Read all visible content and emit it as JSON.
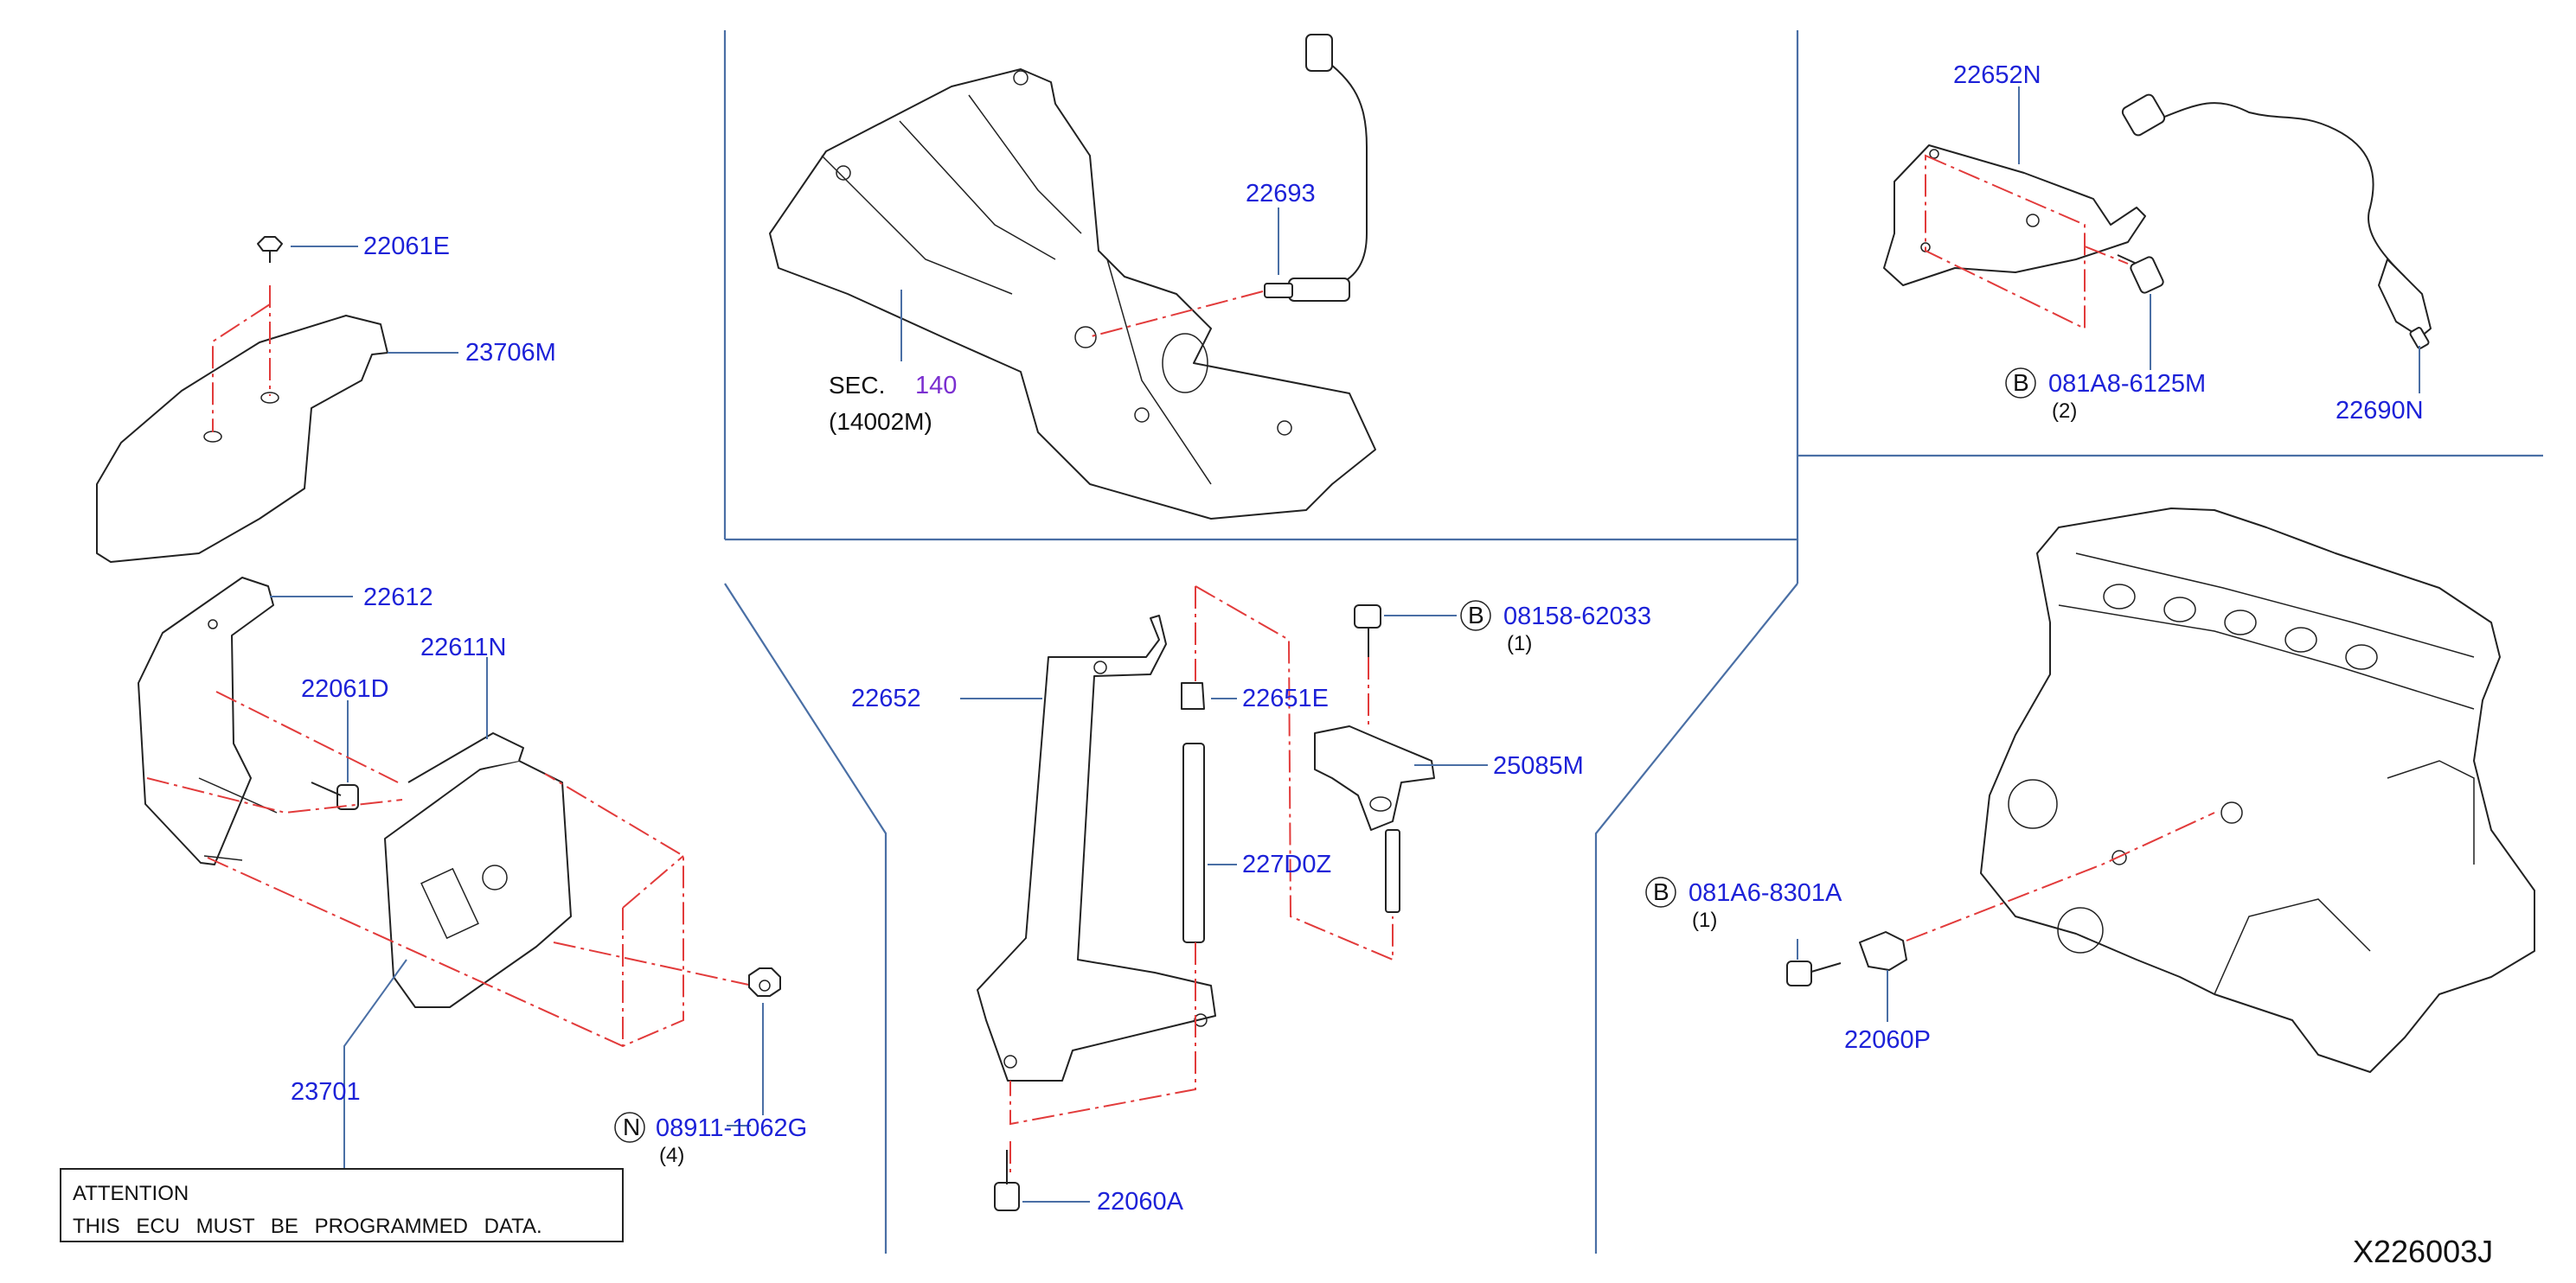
{
  "diagram_id": "X226003J",
  "attention_box": {
    "title": "ATTENTION",
    "message": "THIS ECU MUST BE PROGRAMMED DATA."
  },
  "callouts": {
    "p22061E": "22061E",
    "p23706M": "23706M",
    "p22612": "22612",
    "p22611N": "22611N",
    "p22061D": "22061D",
    "p23701": "23701",
    "p08911": {
      "prefix": "N",
      "number": "08911-1062G",
      "qty": "(4)"
    },
    "sec140": {
      "label": "SEC.",
      "number": "140",
      "sub": "(14002M)"
    },
    "p22693": "22693",
    "p22652": "22652",
    "p22651E": "22651E",
    "p227D0Z": "227D0Z",
    "p08158": {
      "prefix": "B",
      "number": "08158-62033",
      "qty": "(1)"
    },
    "p25085M": "25085M",
    "p22060A": "22060A",
    "p22652N": "22652N",
    "p081A8": {
      "prefix": "B",
      "number": "081A8-6125M",
      "qty": "(2)"
    },
    "p22690N": "22690N",
    "p081A6": {
      "prefix": "B",
      "number": "081A6-8301A",
      "qty": "(1)"
    },
    "p22060P": "22060P"
  },
  "colors": {
    "part_number": "#1d22d8",
    "section_ref": "#7b2fd0",
    "centerline": "#e23b3b",
    "separator": "#4a6fa5"
  }
}
